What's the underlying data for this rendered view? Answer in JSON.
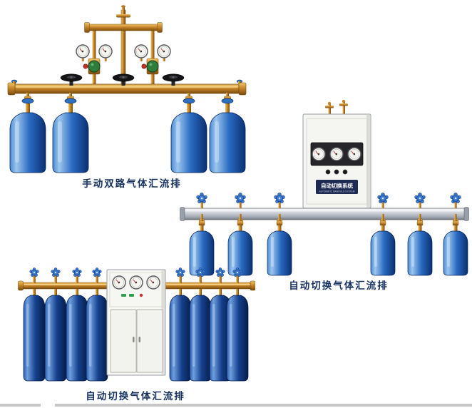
{
  "page": {
    "background": "#ffffff",
    "bottom_rule_color": "#c6c6c6"
  },
  "palette": {
    "brass": "#c8862a",
    "brass_dark": "#7a4c0e",
    "cylinder_blue": "#2a6ac2",
    "cylinder_navy": "#16418f",
    "rail_silver": "#c2c6ce",
    "cabinet_white": "#f5f5f1",
    "caption_navy": "#15305e",
    "handwheel_blue": "#3a7ad0",
    "handwheel_black": "#141416",
    "regulator_green": "#2f7d3c",
    "gauge_face": "#f4f4f0"
  },
  "products": [
    {
      "id": "manual-dual-manifold",
      "caption": "手动双路气体汇流排",
      "cylinder_count": 4,
      "handwheel_count": 3,
      "regulator_count": 2,
      "gauge_count": 4
    },
    {
      "id": "auto-switch-wall-manifold",
      "caption": "自动切换气体汇流排",
      "cylinder_count": 6,
      "cabinet": {
        "title": "自动切换系统",
        "subtitle": "AUTOMATIC MANIFOLD SYSTEM",
        "gauge_count": 3,
        "knob_count": 3
      }
    },
    {
      "id": "auto-switch-floor-manifold",
      "caption": "自动切换气体汇流排",
      "cylinder_count": 8,
      "cabinet": {
        "gauge_count": 3,
        "door_count": 2
      }
    }
  ]
}
